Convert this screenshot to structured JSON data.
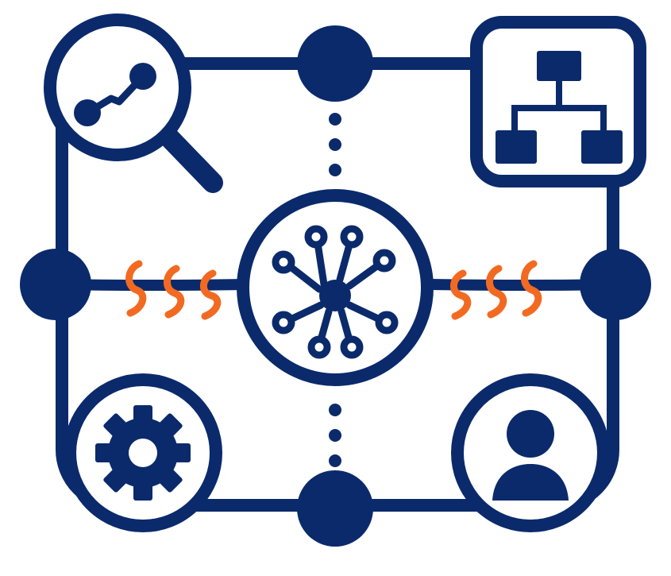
{
  "colors": {
    "primary": "#0b2a6b",
    "accent": "#f26a21",
    "background": "#ffffff"
  },
  "icons": {
    "top_left": "search-connection-icon",
    "top_right": "hierarchy-icon",
    "bottom_left": "gear-icon",
    "bottom_right": "user-icon",
    "center": "network-hub-icon",
    "link_coils": "spring-coil-icon"
  },
  "nodes": [
    "top-node",
    "bottom-node",
    "left-node",
    "right-node"
  ]
}
